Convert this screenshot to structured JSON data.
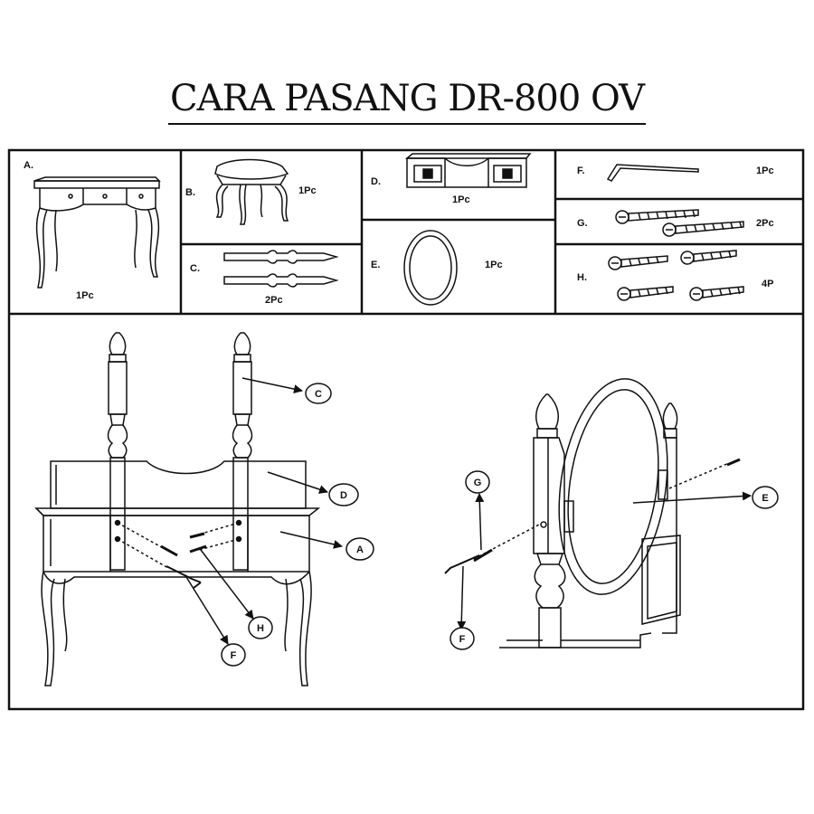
{
  "title": "CARA PASANG DR-800 OV",
  "parts": [
    {
      "id": "A",
      "label": "A.",
      "qty": "1Pc"
    },
    {
      "id": "B",
      "label": "B.",
      "qty": "1Pc"
    },
    {
      "id": "C",
      "label": "C.",
      "qty": "2Pc"
    },
    {
      "id": "D",
      "label": "D.",
      "qty": "1Pc"
    },
    {
      "id": "E",
      "label": "E.",
      "qty": "1Pc"
    },
    {
      "id": "F",
      "label": "F.",
      "qty": "1Pc"
    },
    {
      "id": "G",
      "label": "G.",
      "qty": "2Pc"
    },
    {
      "id": "H",
      "label": "H.",
      "qty": "4P"
    }
  ],
  "callouts": [
    "C",
    "D",
    "A",
    "H",
    "F",
    "G",
    "E",
    "F"
  ]
}
